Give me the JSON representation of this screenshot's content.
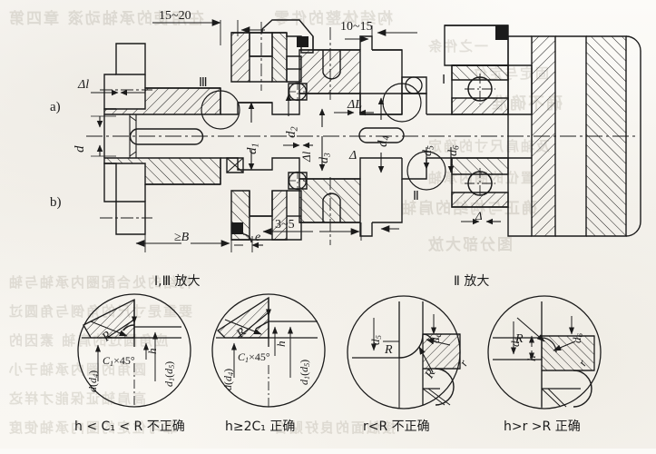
{
  "figure": {
    "type": "mechanical-engineering-cross-section",
    "description": "Shaft and rolling-bearing assembly sectional drawing with shoulder fillet detail views",
    "view_labels": [
      {
        "id": "view-a",
        "text": "a)"
      },
      {
        "id": "view-b",
        "text": "b)"
      }
    ]
  },
  "main_drawing": {
    "linear_dimensions": [
      {
        "name": "dim-15-20",
        "text": "15~20"
      },
      {
        "name": "dim-10-15",
        "text": "10~15"
      },
      {
        "name": "dim-3-5",
        "text": "3~5"
      },
      {
        "name": "dim-ge-B",
        "text": "≥B"
      },
      {
        "name": "dim-e",
        "text": "e"
      }
    ],
    "diameter_labels": [
      {
        "name": "dim-d",
        "base": "d",
        "sub": ""
      },
      {
        "name": "dim-d1",
        "base": "d",
        "sub": "1"
      },
      {
        "name": "dim-d2",
        "base": "d",
        "sub": "2"
      },
      {
        "name": "dim-d3",
        "base": "d",
        "sub": "3"
      },
      {
        "name": "dim-d4",
        "base": "d",
        "sub": "4"
      },
      {
        "name": "dim-d5",
        "base": "d",
        "sub": "5"
      },
      {
        "name": "dim-d6",
        "base": "d",
        "sub": "6"
      }
    ],
    "gap_labels": [
      {
        "name": "delta-l-left",
        "text": "Δl"
      },
      {
        "name": "delta-l-mid",
        "text": "Δl"
      },
      {
        "name": "delta-L-upper",
        "text": "ΔL"
      },
      {
        "name": "delta-mid",
        "text": "Δ"
      },
      {
        "name": "delta-lower",
        "text": "Δ"
      },
      {
        "name": "delta-right",
        "text": "Δ"
      }
    ],
    "detail_markers": [
      {
        "name": "marker-I",
        "text": "Ⅰ"
      },
      {
        "name": "marker-II",
        "text": "Ⅱ"
      },
      {
        "name": "marker-III",
        "text": "Ⅲ"
      }
    ]
  },
  "detail_views": {
    "left_group": {
      "title": "Ⅰ,Ⅲ 放大",
      "circles": [
        {
          "name": "detail-I-III-incorrect",
          "caption_parts": [
            {
              "t": "h",
              "i": true
            },
            {
              "t": " < ",
              "i": false
            },
            {
              "t": "C",
              "i": true
            },
            {
              "t": "1",
              "i": true,
              "sub": true
            },
            {
              "t": " < ",
              "i": false
            },
            {
              "t": "R",
              "i": true
            },
            {
              "t": " 不正确",
              "i": false,
              "cn": true
            }
          ],
          "caption_plain": "h < C₁ < R 不正确",
          "annotations": [
            {
              "name": "label-R",
              "text": "R"
            },
            {
              "name": "label-h",
              "text": "h"
            },
            {
              "name": "label-chamfer",
              "text": "C₁×45°"
            },
            {
              "name": "label-d-d4",
              "text": "d(d₄)"
            },
            {
              "name": "label-d1-d5",
              "text": "d₁(d₅)"
            }
          ]
        },
        {
          "name": "detail-I-III-correct",
          "caption_parts": [
            {
              "t": "h",
              "i": true
            },
            {
              "t": "≥2",
              "i": false
            },
            {
              "t": "C",
              "i": true
            },
            {
              "t": "1",
              "i": true,
              "sub": true
            },
            {
              "t": " 正确",
              "i": false,
              "cn": true
            }
          ],
          "caption_plain": "h≥2C₁ 正确",
          "annotations": [
            {
              "name": "label-R",
              "text": "R"
            },
            {
              "name": "label-h",
              "text": "h"
            },
            {
              "name": "label-chamfer",
              "text": "C₁×45°"
            },
            {
              "name": "label-d-d4",
              "text": "d(d₄)"
            },
            {
              "name": "label-d1-d5",
              "text": "d₁(d₅)"
            }
          ]
        }
      ]
    },
    "right_group": {
      "title": "Ⅱ 放大",
      "circles": [
        {
          "name": "detail-II-incorrect",
          "caption_parts": [
            {
              "t": "r",
              "i": true
            },
            {
              "t": "<",
              "i": false
            },
            {
              "t": "R",
              "i": true
            },
            {
              "t": " 不正确",
              "i": false,
              "cn": true
            }
          ],
          "caption_plain": "r<R 不正确",
          "annotations": [
            {
              "name": "label-d5",
              "text": "d₅"
            },
            {
              "name": "label-d6",
              "text": "d₆"
            },
            {
              "name": "label-R-upper",
              "text": "R"
            },
            {
              "name": "label-R-lower",
              "text": "R"
            },
            {
              "name": "label-r",
              "text": "r"
            }
          ]
        },
        {
          "name": "detail-II-correct",
          "caption_parts": [
            {
              "t": "h",
              "i": true
            },
            {
              "t": ">",
              "i": false
            },
            {
              "t": "r",
              "i": true
            },
            {
              "t": " >",
              "i": false
            },
            {
              "t": "R",
              "i": true
            },
            {
              "t": " 正确",
              "i": false,
              "cn": true
            }
          ],
          "caption_plain": "h>r >R 正确",
          "annotations": [
            {
              "name": "label-d5",
              "text": "d₅"
            },
            {
              "name": "label-d6",
              "text": "d₆"
            },
            {
              "name": "label-R",
              "text": "R"
            },
            {
              "name": "label-h",
              "text": "h"
            },
            {
              "name": "label-r",
              "text": "r"
            }
          ]
        }
      ]
    }
  },
  "colors": {
    "ink": "#1b1b1b",
    "paper": "#fbfaf7",
    "bleed": "#8e8778"
  }
}
